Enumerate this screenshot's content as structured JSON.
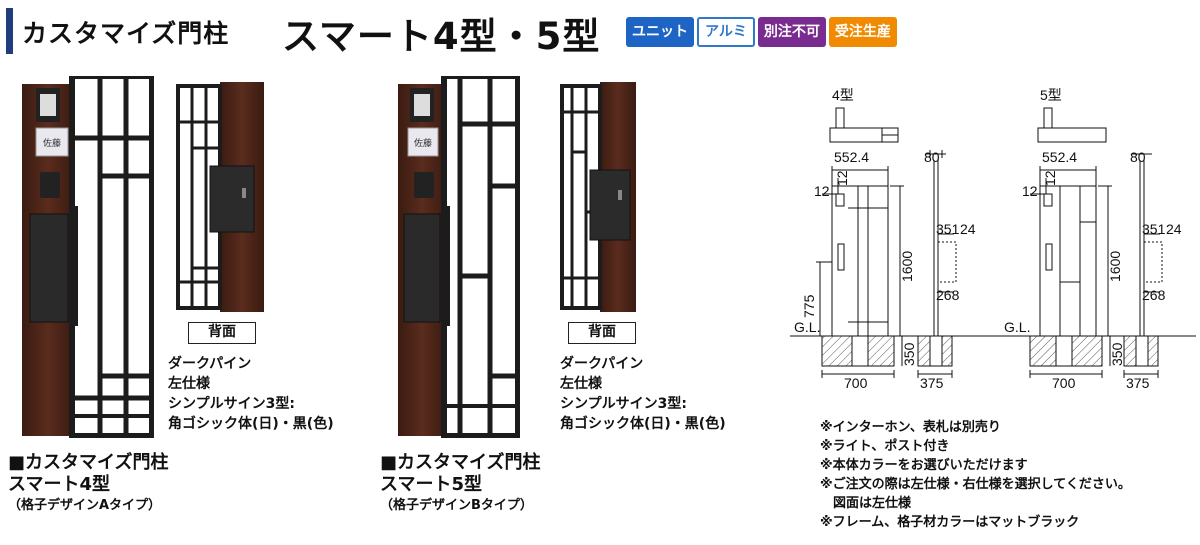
{
  "header": {
    "title": "カスタマイズ門柱",
    "model": "スマート4型・5型",
    "badges": [
      {
        "label": "ユニット",
        "color": "#1d64c4",
        "style": "solid"
      },
      {
        "label": "アルミ",
        "color": "#2f79c9",
        "style": "outline"
      },
      {
        "label": "別注不可",
        "color": "#7a2b8f",
        "style": "solid"
      },
      {
        "label": "受注生産",
        "color": "#f08a00",
        "style": "solid"
      }
    ]
  },
  "products": [
    {
      "nameplate": "佐藤",
      "back_label": "背面",
      "spec": [
        "ダークパイン",
        "左仕様",
        "シンプルサイン3型:",
        "角ゴシック体(日)・黒(色)"
      ],
      "caption": [
        "■カスタマイズ門柱",
        "スマート4型",
        "（格子デザインAタイプ）"
      ]
    },
    {
      "nameplate": "佐藤",
      "back_label": "背面",
      "spec": [
        "ダークパイン",
        "左仕様",
        "シンプルサイン3型:",
        "角ゴシック体(日)・黒(色)"
      ],
      "caption": [
        "■カスタマイズ門柱",
        "スマート5型",
        "（格子デザインBタイプ）"
      ]
    }
  ],
  "diagrams": [
    {
      "label": "4型",
      "dims": {
        "width": "552.4",
        "depth": "80",
        "top": "12",
        "top2": "12",
        "height": "1600",
        "intercom": "775",
        "gl": "G.L.",
        "base": "350",
        "base_width": "700",
        "side_base": "375",
        "post_w": "351",
        "post_d": "24",
        "post_h": "268"
      }
    },
    {
      "label": "5型",
      "dims": {
        "width": "552.4",
        "depth": "80",
        "top": "12",
        "top2": "12",
        "height": "1600",
        "gl": "G.L.",
        "base": "350",
        "base_width": "700",
        "side_base": "375",
        "post_w": "351",
        "post_d": "24",
        "post_h": "268"
      }
    }
  ],
  "notes": [
    "※インターホン、表札は別売り",
    "※ライト、ポスト付き",
    "※本体カラーをお選びいただけます",
    "※ご注文の際は左仕様・右仕様を選択してください。",
    "　図面は左仕様",
    "※フレーム、格子材カラーはマットブラック"
  ],
  "colors": {
    "wood": "#4a2418",
    "wood_dark": "#3a1b12",
    "frame": "#1c1c1c",
    "accent": "#1f3d7a"
  }
}
